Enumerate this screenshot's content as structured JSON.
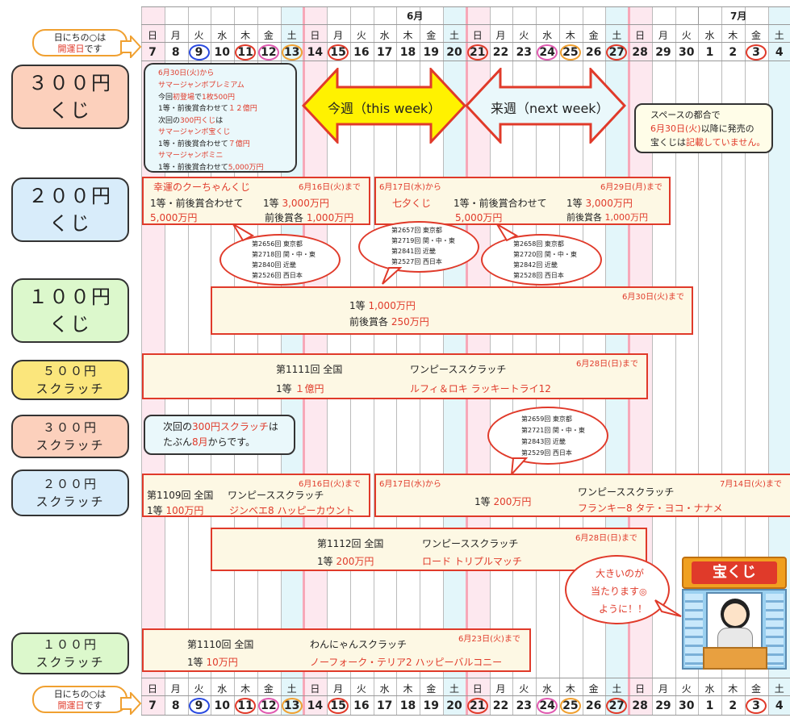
{
  "calendar": {
    "months": [
      "6月",
      "7月"
    ],
    "dow": [
      "日",
      "月",
      "火",
      "水",
      "木",
      "金",
      "土",
      "日",
      "月",
      "火",
      "水",
      "木",
      "金",
      "土",
      "日",
      "月",
      "火",
      "水",
      "木",
      "金",
      "土",
      "日",
      "月",
      "火",
      "水",
      "木",
      "金",
      "土"
    ],
    "dates": [
      "7",
      "8",
      "9",
      "10",
      "11",
      "12",
      "13",
      "14",
      "15",
      "16",
      "17",
      "18",
      "19",
      "20",
      "21",
      "22",
      "23",
      "24",
      "25",
      "26",
      "27",
      "28",
      "29",
      "30",
      "1",
      "2",
      "3",
      "4"
    ],
    "legend_line1": "日にちの○は",
    "legend_line2_red": "開運日",
    "legend_line2_rest": "です"
  },
  "categories": [
    {
      "line1": "３００円",
      "line2": "くじ",
      "color": "#fcd0bc"
    },
    {
      "line1": "２００円",
      "line2": "くじ",
      "color": "#d8ecfa"
    },
    {
      "line1": "１００円",
      "line2": "くじ",
      "color": "#dcf8cc"
    },
    {
      "line1": "５００円",
      "line2": "スクラッチ",
      "color": "#fbe67c"
    },
    {
      "line1": "３００円",
      "line2": "スクラッチ",
      "color": "#fcd0bc"
    },
    {
      "line1": "２００円",
      "line2": "スクラッチ",
      "color": "#d8ecfa"
    },
    {
      "line1": "１００円",
      "line2": "スクラッチ",
      "color": "#dcf8cc"
    }
  ],
  "info300": {
    "l1": "6月30日(火)から",
    "l2": "サマージャンボプレミアム",
    "l3a": "今回",
    "l3b": "初登場",
    "l3c": "で",
    "l3d": "1枚500円",
    "l4a": "1等・前後賞合わせて",
    "l4b": "１２億円",
    "l5a": "次回の",
    "l5b": "300円くじ",
    "l5c": "は",
    "l6": "サマージャンボ宝くじ",
    "l7a": "1等・前後賞合わせて",
    "l7b": "７億円",
    "l8": "サマージャンボミニ",
    "l9a": "1等・前後賞合わせて",
    "l9b": "5,000万円"
  },
  "arrows": {
    "this_week": "今週（this week）",
    "next_week": "来週（next week）"
  },
  "space_note": {
    "l1": "スペースの都合で",
    "l2a": "6月30日(火)",
    "l2b": "以降に発売の",
    "l3a": "宝くじは",
    "l3b": "記載していません。"
  },
  "kuji200_a": {
    "name": "幸運のクーちゃんくじ",
    "until": "6月16日(火)まで",
    "l1a": "1等・前後賞合わせて",
    "l1b": "1等",
    "l1c": "3,000万円",
    "l2a": "5,000万円",
    "l2b": "前後賞各",
    "l2c": "1,000万円"
  },
  "kuji200_b": {
    "from": "6月17日(水)から",
    "until": "6月29日(月)まで",
    "name": "七夕くじ",
    "l1a": "1等・前後賞合わせて",
    "l1b": "1等",
    "l1c": "3,000万円",
    "l2a": "5,000万円",
    "l2b": "前後賞各",
    "l2c": "1,000万円"
  },
  "bubbles": [
    [
      "第2656回 東京都",
      "第2718回 関・中・東",
      "第2840回 近畿",
      "第2526回 西日本"
    ],
    [
      "第2657回 東京都",
      "第2719回 関・中・東",
      "第2841回 近畿",
      "第2527回 西日本"
    ],
    [
      "第2658回 東京都",
      "第2720回 関・中・東",
      "第2842回 近畿",
      "第2528回 西日本"
    ],
    [
      "第2659回 東京都",
      "第2721回 関・中・東",
      "第2843回 近畿",
      "第2529回 西日本"
    ]
  ],
  "kuji100": {
    "until": "6月30日(火)まで",
    "l1a": "1等",
    "l1b": "1,000万円",
    "l2a": "前後賞各",
    "l2b": "250万円"
  },
  "scratch500": {
    "until": "6月28日(日)まで",
    "issue": "第1111回 全国",
    "name": "ワンピーススクラッチ",
    "prize_a": "1等",
    "prize_b": "１億円",
    "sub": "ルフィ＆ロキ ラッキートライ12"
  },
  "scratch300_note": {
    "l1a": "次回の",
    "l1b": "300円スクラッチ",
    "l1c": "は",
    "l2a": "たぶん",
    "l2b": "8月",
    "l2c": "からです。"
  },
  "scratch200_a": {
    "until": "6月16日(火)まで",
    "issue": "第1109回 全国",
    "name": "ワンピーススクラッチ",
    "prize_a": "1等",
    "prize_b": "100万円",
    "sub": "ジンベエ8 ハッピーカウント"
  },
  "scratch200_b": {
    "from": "6月17日(水)から",
    "until": "7月14日(火)まで",
    "name": "ワンピーススクラッチ",
    "prize_a": "1等",
    "prize_b": "200万円",
    "sub": "フランキー8 タテ・ヨコ・ナナメ"
  },
  "scratch200_c": {
    "until": "6月28日(日)まで",
    "issue": "第1112回 全国",
    "name": "ワンピーススクラッチ",
    "prize_a": "1等",
    "prize_b": "200万円",
    "sub": "ロード トリプルマッチ"
  },
  "scratch100": {
    "until": "6月23日(火)まで",
    "issue": "第1110回 全国",
    "name": "わんにゃんスクラッチ",
    "prize_a": "1等",
    "prize_b": "10万円",
    "sub": "ノーフォーク・テリア2 ハッピーバルコニー"
  },
  "wish": {
    "l1": "大きいのが",
    "l2": "当たります",
    "l3": "ように！！"
  },
  "booth_sign": "宝くじ",
  "colors": {
    "red": "#e03a2a",
    "blue": "#2a4ae0",
    "pink": "#e05ab0",
    "orange": "#f0a030"
  }
}
